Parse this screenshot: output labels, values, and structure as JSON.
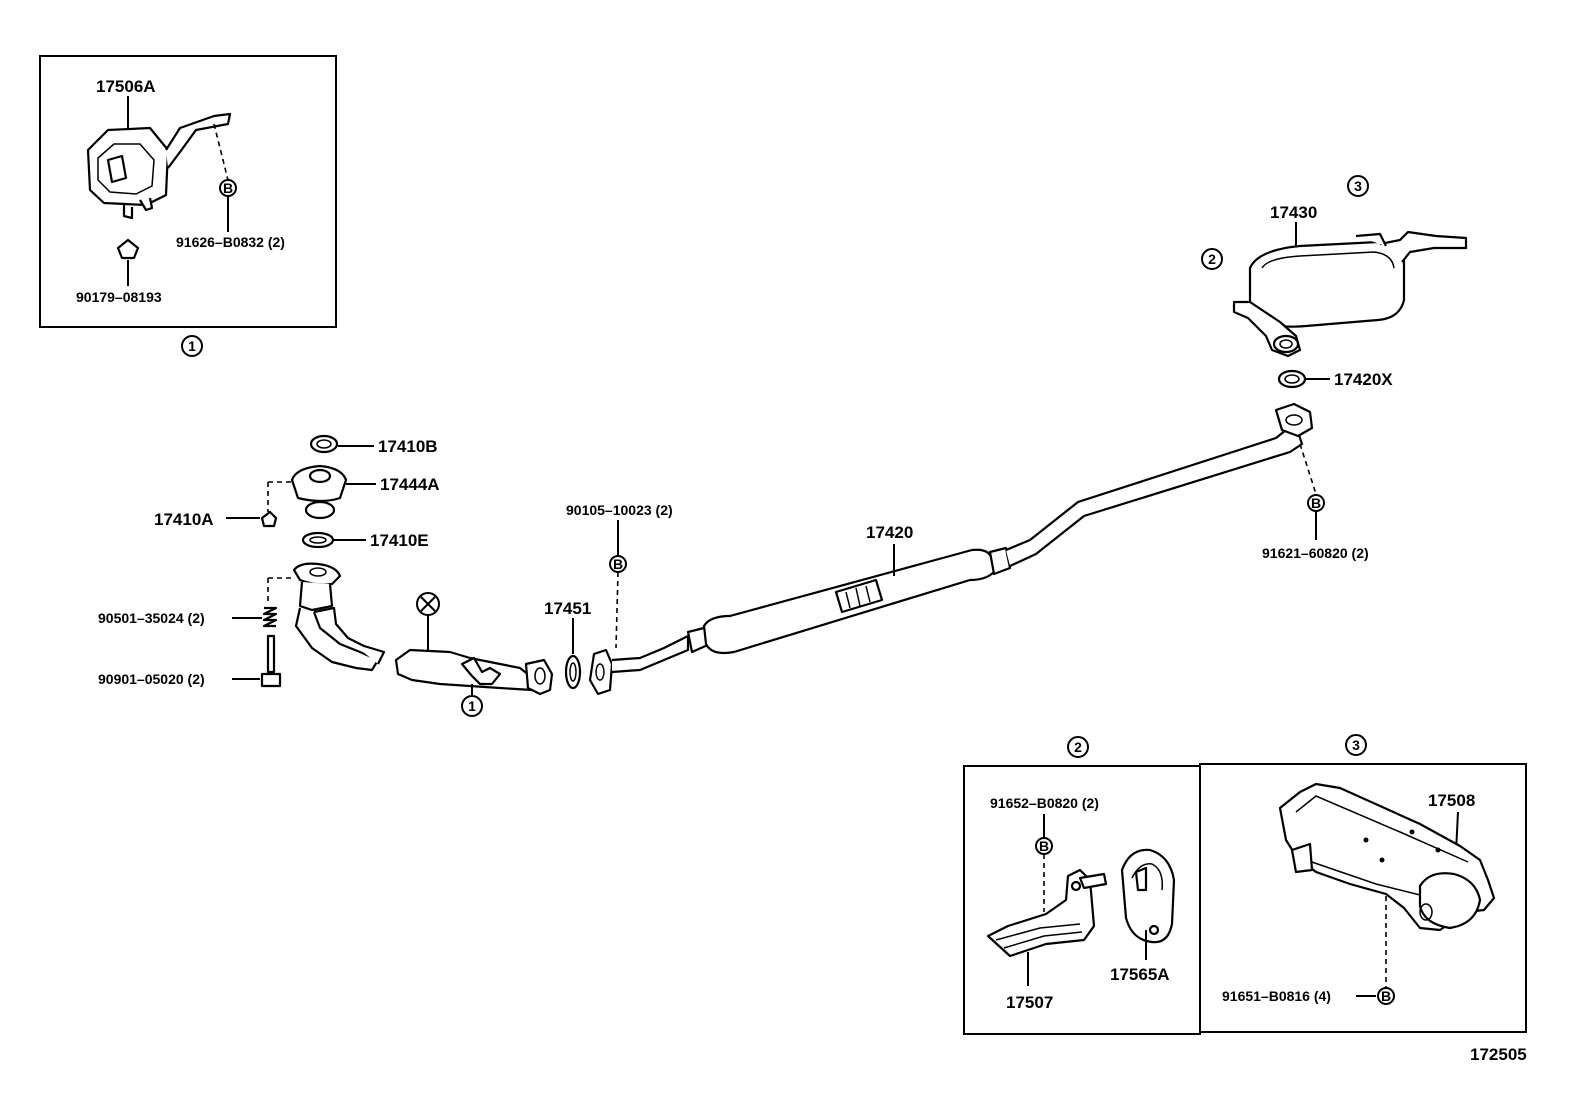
{
  "diagram": {
    "reference_number": "172505",
    "callouts": {
      "c1": "1",
      "c2": "2",
      "c3": "3",
      "b": "B",
      "x": "X"
    },
    "parts": {
      "p17506A": "17506A",
      "p91626": "91626–B0832 (2)",
      "p90179": "90179–08193",
      "p17430": "17430",
      "p17420X": "17420X",
      "p17410B": "17410B",
      "p17444A": "17444A",
      "p17410A": "17410A",
      "p17410E": "17410E",
      "p90501": "90501–35024 (2)",
      "p90901": "90901–05020 (2)",
      "p90105": "90105–10023 (2)",
      "p17451": "17451",
      "p17420": "17420",
      "p91621": "91621–60820 (2)",
      "p91652": "91652–B0820 (2)",
      "p17507": "17507",
      "p17565A": "17565A",
      "p17508": "17508",
      "p91651": "91651–B0816 (4)"
    }
  }
}
